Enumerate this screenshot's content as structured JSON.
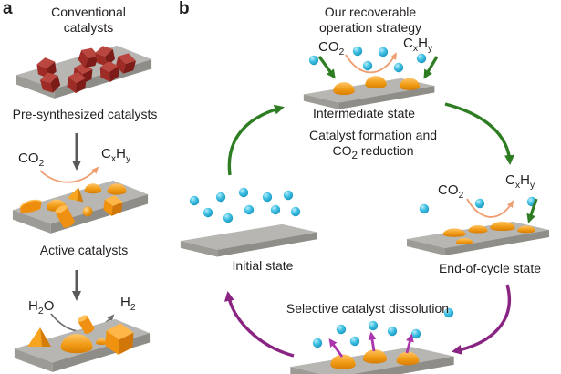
{
  "panel_a": {
    "label": "a",
    "title": [
      "Conventional",
      "catalysts"
    ],
    "caption_presynthesized": "Pre-synthesized catalysts",
    "caption_active": "Active catalysts"
  },
  "panel_b": {
    "label": "b",
    "title": [
      "Our recoverable",
      "operation strategy"
    ],
    "caption_intermediate": "Intermediate state",
    "caption_initial": "Initial state",
    "caption_end_of_cycle": "End-of-cycle state",
    "process_formation": [
      "Catalyst formation and",
      "reduction"
    ],
    "process_dissolution": "Selective catalyst dissolution"
  },
  "molecules": {
    "co": "CO",
    "sub_two": "2",
    "c": "C",
    "sub_x": "x",
    "h": "H",
    "sub_y": "y",
    "o": "O"
  },
  "colors": {
    "green_arrow": "#2e7d23",
    "purple_arrow": "#8a2483",
    "magenta_arrow": "#ab35ad",
    "salmon_arrow": "#ef9e72",
    "gray_arrow": "#58595b",
    "gray_curve": "#6d6e71",
    "blue_particle": "#2fb4dc",
    "catalyst_orange": "#f0930f",
    "precatalyst_red": "#9e2b26",
    "substrate_top": "#b7b6b2",
    "substrate_front": "#9c9b96",
    "substrate_side": "#8e8d88",
    "text": "#231f20"
  }
}
